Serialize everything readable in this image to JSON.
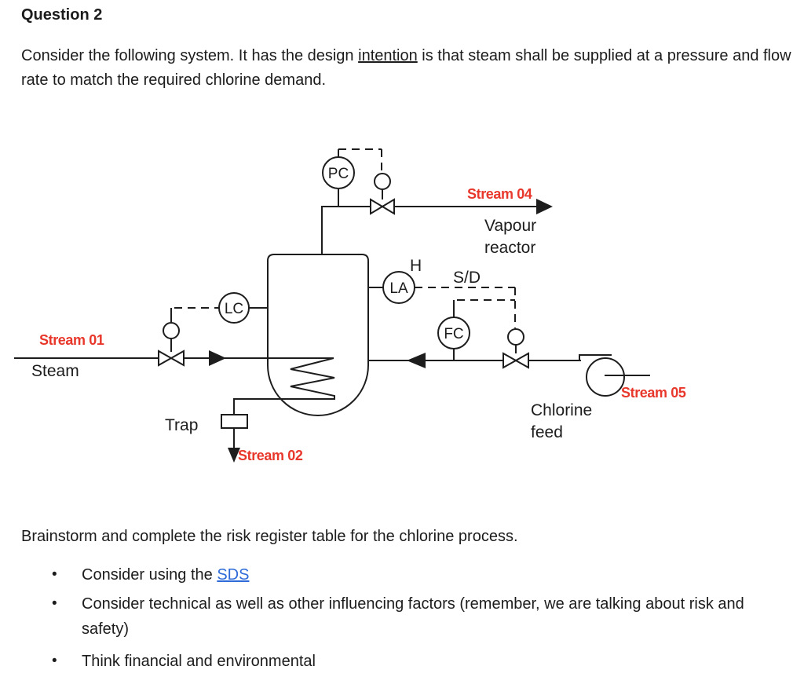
{
  "header": {
    "title": "Question 2",
    "intro_before": "Consider the following system. It has the design ",
    "intro_underlined": "intention",
    "intro_after": " is that steam shall be supplied at a pressure and flow rate to match the required chlorine demand."
  },
  "diagram": {
    "instruments": {
      "pressure_controller": "PC",
      "level_controller": "LC",
      "level_alarm": "LA",
      "flow_controller": "FC"
    },
    "labels": {
      "high": "H",
      "shutdown": "S/D",
      "steam": "Steam",
      "trap": "Trap",
      "vapour_line1": "Vapour",
      "vapour_line2": "reactor",
      "chlorine_line1": "Chlorine",
      "chlorine_line2": "feed"
    },
    "streams": {
      "s01": "Stream 01",
      "s02": "Stream 02",
      "s04": "Stream 04",
      "s05": "Stream 05"
    },
    "colors": {
      "stream_label_red": "#e8372b",
      "line_black": "#1d1d1d"
    }
  },
  "footer": {
    "prompt": "Brainstorm and complete the risk register table for the chlorine process.",
    "bullet_glyph": "•",
    "bullets": [
      {
        "before": "Consider using the ",
        "link": "SDS",
        "after": ""
      },
      {
        "before": "Consider technical as well as other influencing factors (remember, we are talking about risk and safety)",
        "link": "",
        "after": ""
      },
      {
        "before": "Think financial and environmental",
        "link": "",
        "after": ""
      }
    ],
    "link_color": "#2e6bd9"
  }
}
